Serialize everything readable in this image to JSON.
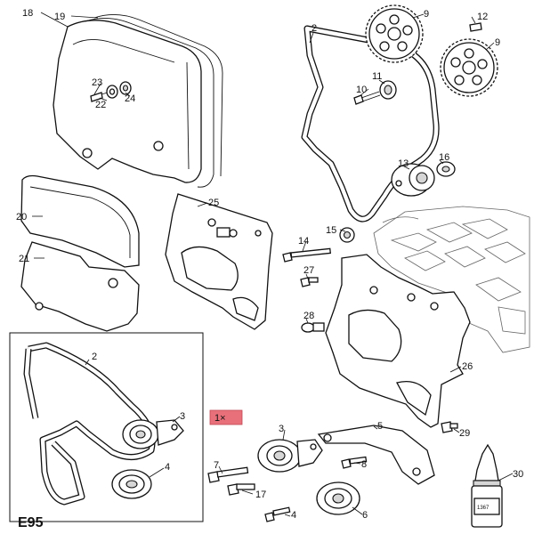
{
  "diagram_code": "E95",
  "inset_qty": "1×",
  "colors": {
    "highlight": "#e8707a",
    "ink": "#111111"
  },
  "callouts": {
    "n18": "18",
    "n19": "19",
    "n23": "23",
    "n22": "22",
    "n24": "24",
    "n20": "20",
    "n21": "21",
    "n25": "25",
    "n2": "2",
    "n9a": "9",
    "n9b": "9",
    "n12": "12",
    "n11": "11",
    "n10": "10",
    "n13": "13",
    "n16": "16",
    "n15": "15",
    "n14": "14",
    "n27": "27",
    "n28": "28",
    "n26": "26",
    "n2i": "2",
    "n3i": "3",
    "n4i": "4",
    "n3": "3",
    "n5": "5",
    "n7": "7",
    "n8": "8",
    "n29": "29",
    "n17": "17",
    "n6": "6",
    "n4": "4",
    "n30": "30"
  },
  "bottle_label": "1367"
}
